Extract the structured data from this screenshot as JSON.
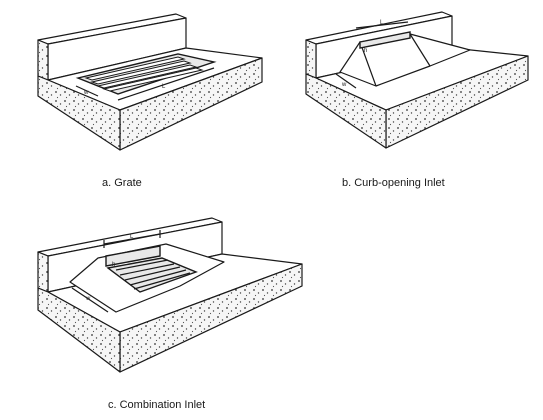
{
  "figures": [
    {
      "id": "a",
      "caption": "a.  Grate",
      "dimension_labels": [
        "w",
        "L"
      ]
    },
    {
      "id": "b",
      "caption": "b. Curb-opening Inlet",
      "dimension_labels": [
        "L",
        "w",
        "h"
      ]
    },
    {
      "id": "c",
      "caption": "c.  Combination Inlet",
      "dimension_labels": [
        "L",
        "h",
        "w"
      ]
    }
  ]
}
